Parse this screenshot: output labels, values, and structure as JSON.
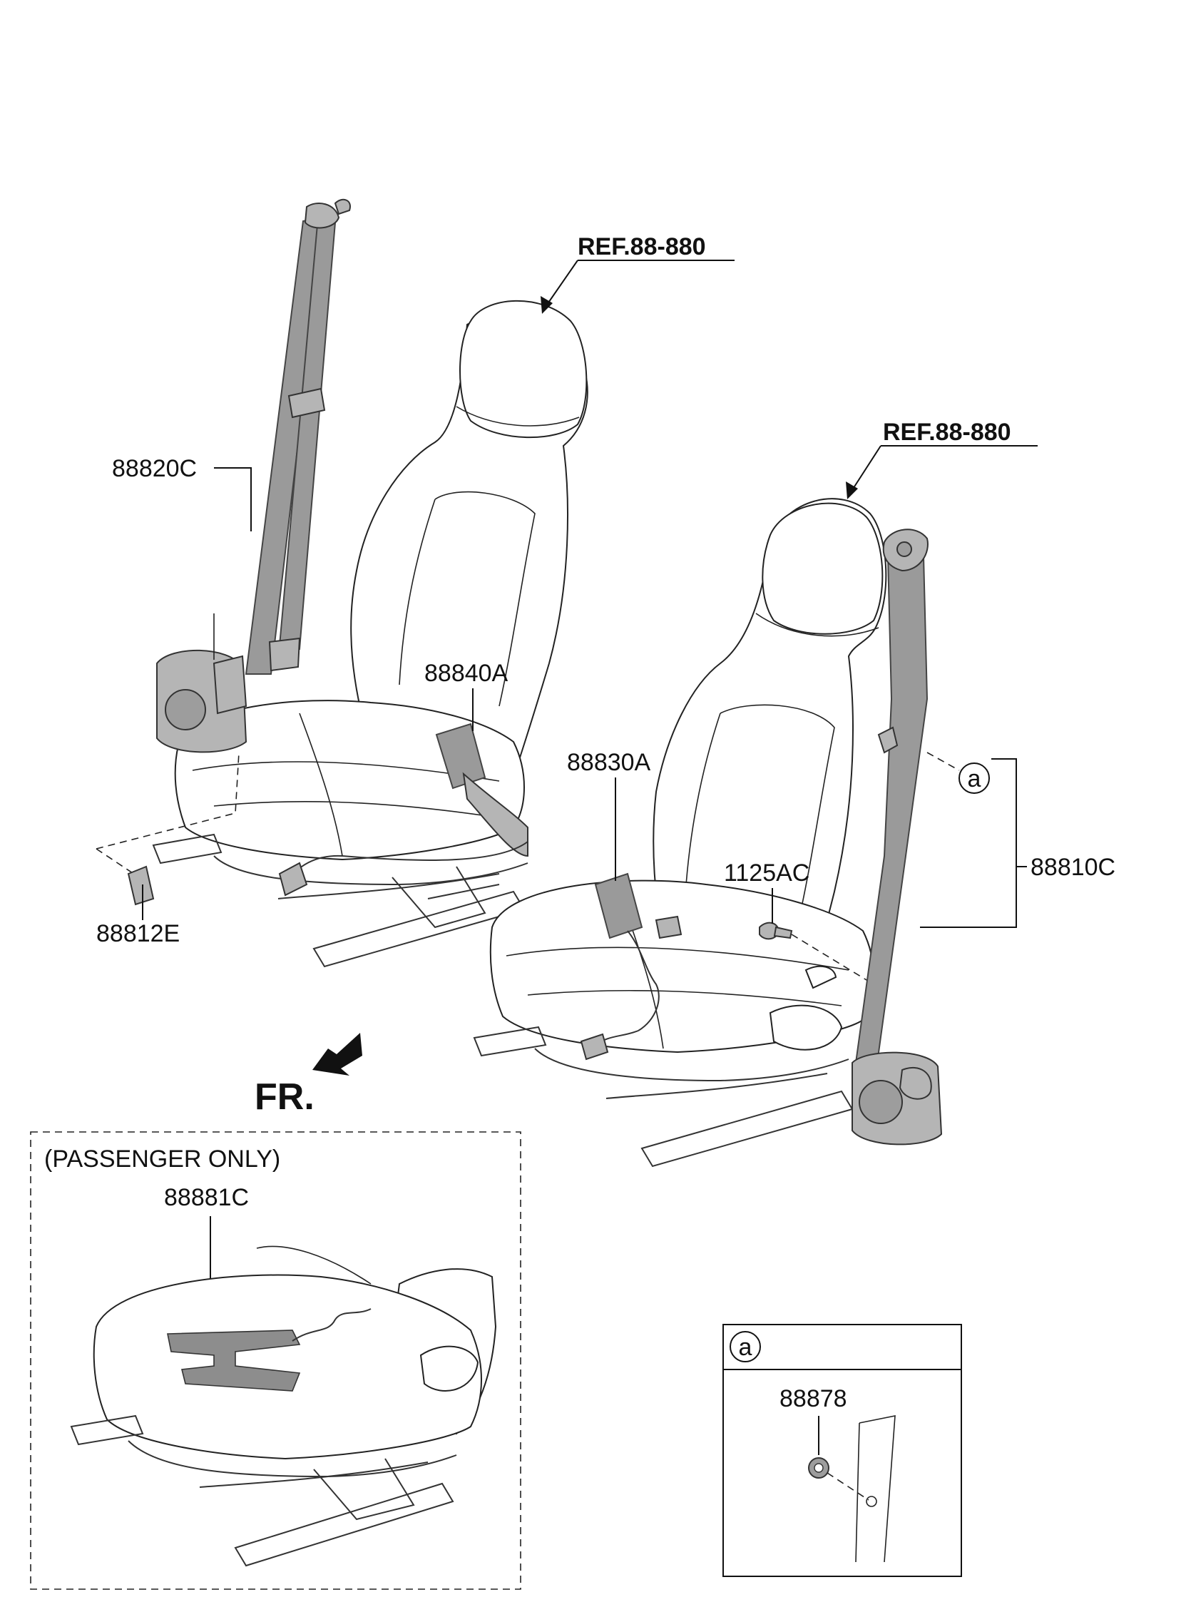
{
  "references": {
    "ref_upper": "REF.88-880",
    "ref_lower": "REF.88-880"
  },
  "parts": {
    "belt_left": "88820C",
    "anchor_bolt_left": "88812E",
    "buckle_left": "88840A",
    "buckle_right": "88830A",
    "bolt_right": "1125AC",
    "belt_right": "88810C",
    "sensor_mat": "88881C",
    "detail_part": "88878"
  },
  "callouts": {
    "detail_marker": "a",
    "detail_box_marker": "a"
  },
  "direction": {
    "label": "FR."
  },
  "inset": {
    "title": "(PASSENGER ONLY)"
  }
}
